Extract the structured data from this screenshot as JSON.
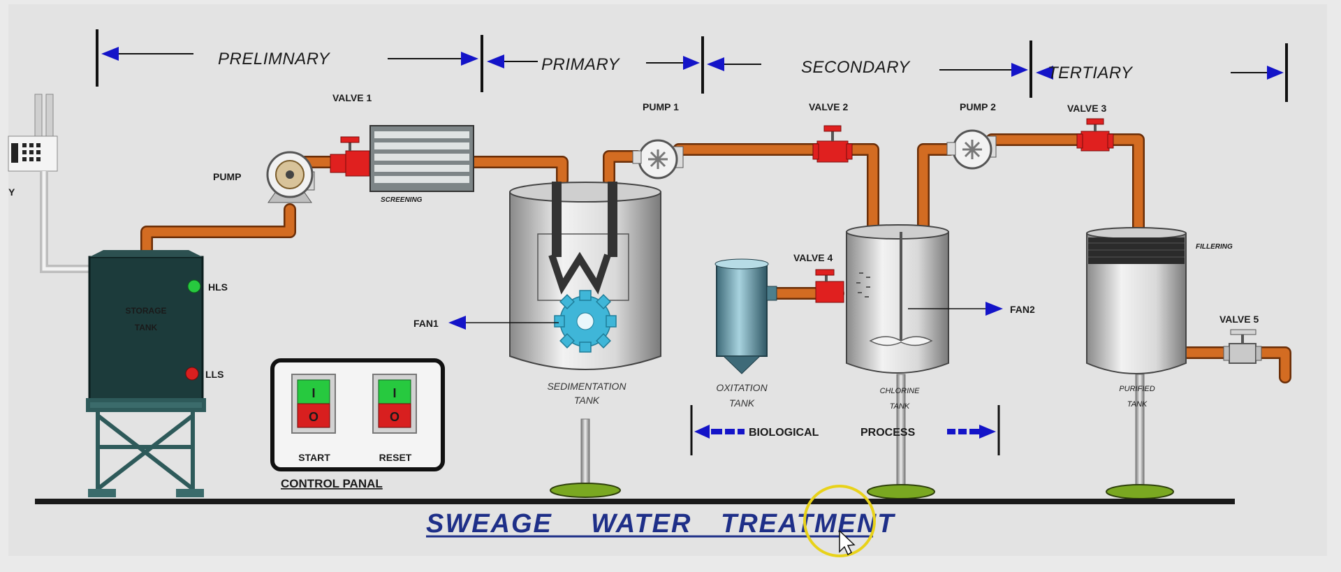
{
  "stages": {
    "preliminary": "PRELIMNARY",
    "primary": "PRIMARY",
    "secondary": "SECONDARY",
    "tertiary": "TERTIARY"
  },
  "equipment": {
    "pump": "PUMP",
    "valve1": "VALVE 1",
    "screening": "SCREENING",
    "pump1": "PUMP 1",
    "valve2": "VALVE 2",
    "pump2": "PUMP 2",
    "valve3": "VALVE 3",
    "valve4": "VALVE 4",
    "valve5": "VALVE 5",
    "fan1": "FAN1",
    "fan2": "FAN2",
    "filtering": "FILLERING"
  },
  "storage_tank": {
    "label_line1": "STORAGE",
    "label_line2": "TANK",
    "hls": "HLS",
    "lls": "LLS",
    "hls_color": "#27c93f",
    "lls_color": "#d81f1f"
  },
  "tanks": {
    "sedimentation_line1": "SEDIMENTATION",
    "sedimentation_line2": "TANK",
    "oxidation_line1": "OXITATION",
    "oxidation_line2": "TANK",
    "chlorine_line1": "CHLORINE",
    "chlorine_line2": "TANK",
    "purified_line1": "PURIFIED",
    "purified_line2": "TANK"
  },
  "process": {
    "biological": "BIOLOGICAL",
    "process": "PROCESS"
  },
  "control_panel": {
    "title": "CONTROL PANAL",
    "start": "START",
    "reset": "RESET",
    "on_symbol": "I",
    "off_symbol": "O"
  },
  "title": {
    "word1": "SWEAGE",
    "word2": "WATER",
    "word3": "TREATMENT"
  },
  "colors": {
    "pipe": "#c8641f",
    "valve": "#e0201f",
    "arrow": "#1414c8",
    "fan": "#3fb6d8",
    "storage": "#1c3b3b",
    "base": "#7aa821"
  }
}
